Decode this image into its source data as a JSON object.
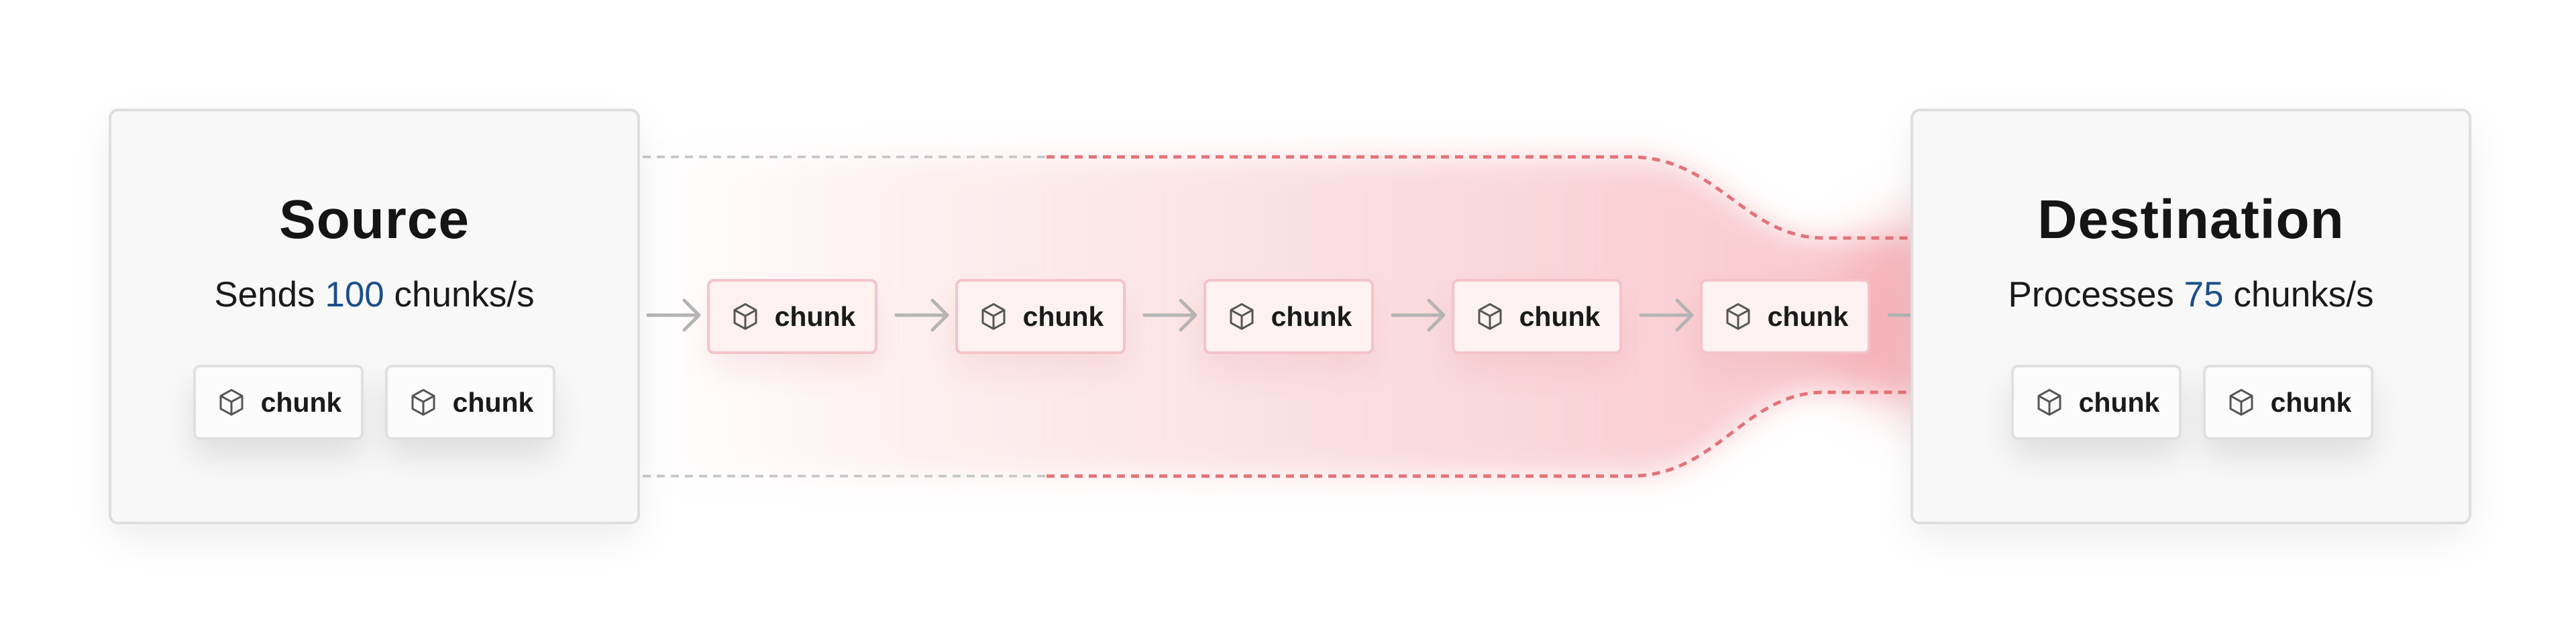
{
  "source": {
    "title": "Source",
    "rate_prefix": "Sends ",
    "rate_value": "100",
    "rate_suffix": " chunks/s",
    "chunks": [
      {
        "label": "chunk"
      },
      {
        "label": "chunk"
      }
    ]
  },
  "destination": {
    "title": "Destination",
    "rate_prefix": "Processes ",
    "rate_value": "75",
    "rate_suffix": " chunks/s",
    "chunks": [
      {
        "label": "chunk"
      },
      {
        "label": "chunk"
      }
    ]
  },
  "pipe": {
    "chunks": [
      {
        "label": "chunk"
      },
      {
        "label": "chunk"
      },
      {
        "label": "chunk"
      },
      {
        "label": "chunk"
      },
      {
        "label": "chunk"
      }
    ]
  },
  "colors": {
    "rate_accent": "#1b4f8a",
    "pipe_red": "#e27378",
    "chip_pink_border": "#f3c3c8",
    "arrow_gray": "#b5b5b5"
  },
  "icons": {
    "chunk": "cube-icon",
    "connector": "arrow-right-icon"
  }
}
